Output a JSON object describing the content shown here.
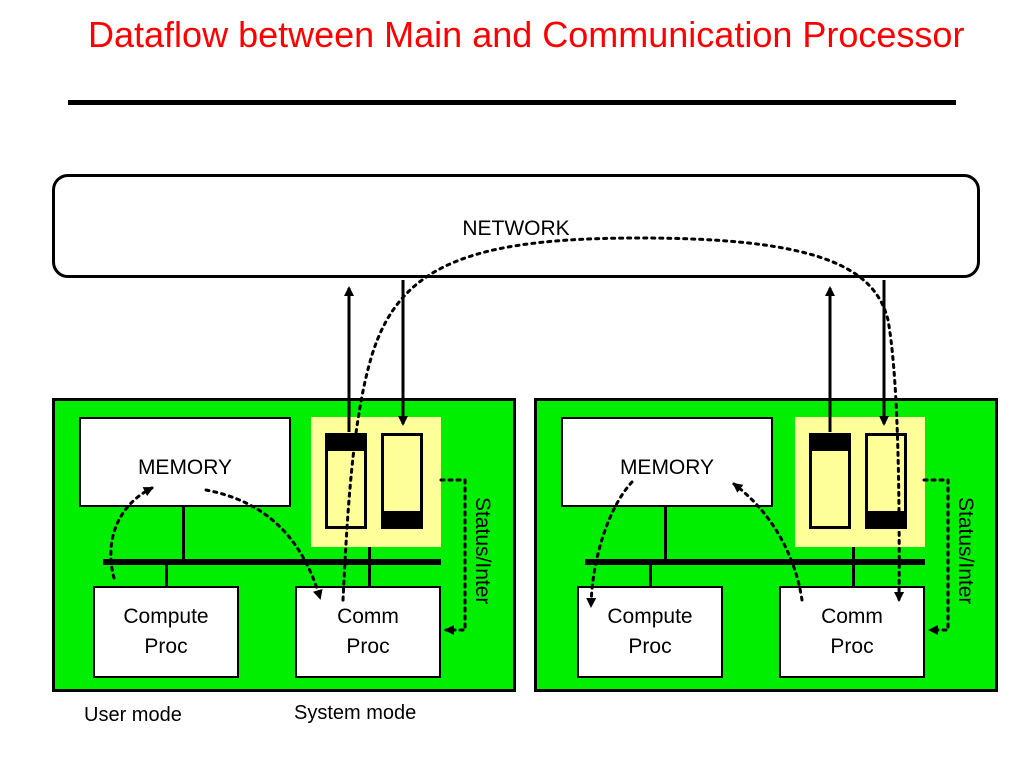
{
  "title": "Dataflow between Main and Communication Processor",
  "network": {
    "label": "NETWORK"
  },
  "nodes": [
    {
      "memory": "MEMORY",
      "compute": "Compute\nProc",
      "comm": "Comm\nProc",
      "status": "Status/Inter"
    },
    {
      "memory": "MEMORY",
      "compute": "Compute\nProc",
      "comm": "Comm\nProc",
      "status": "Status/Inter"
    }
  ],
  "modes": {
    "user": "User mode",
    "system": "System mode"
  },
  "colors": {
    "title": "#ff0000",
    "node_bg": "#00ee00",
    "queue_bg": "#ffff99"
  }
}
